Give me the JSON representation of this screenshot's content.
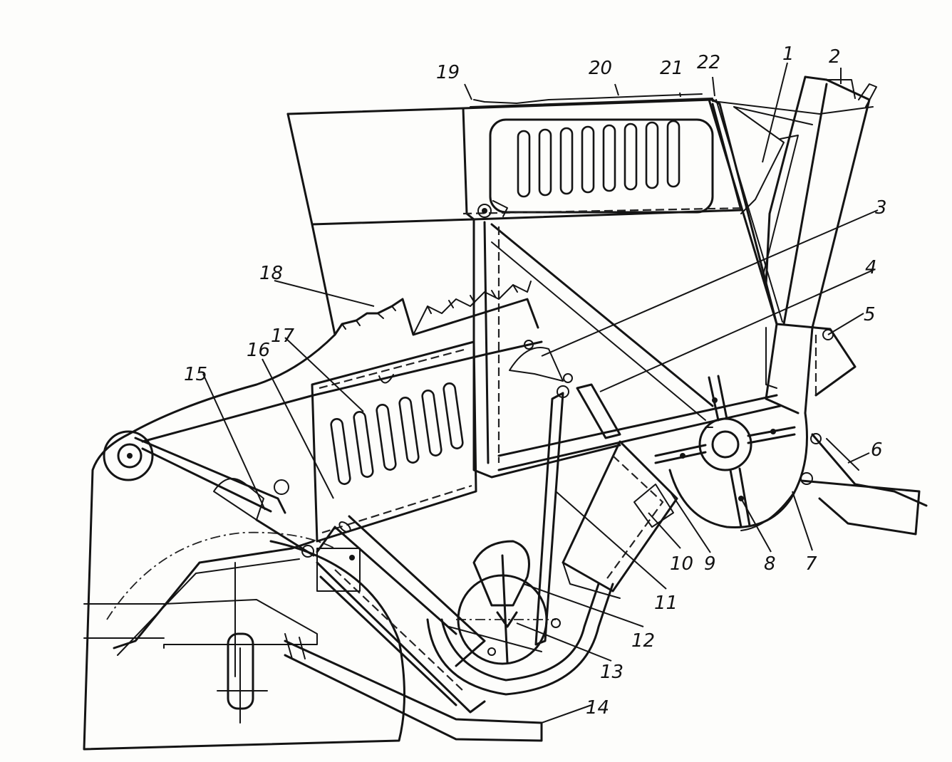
{
  "figure": {
    "callouts": [
      {
        "id": "c1",
        "text": "1"
      },
      {
        "id": "c2",
        "text": "2"
      },
      {
        "id": "c3",
        "text": "3"
      },
      {
        "id": "c4",
        "text": "4"
      },
      {
        "id": "c5",
        "text": "5"
      },
      {
        "id": "c6",
        "text": "6"
      },
      {
        "id": "c7",
        "text": "7"
      },
      {
        "id": "c8",
        "text": "8"
      },
      {
        "id": "c9",
        "text": "9"
      },
      {
        "id": "c10",
        "text": "10"
      },
      {
        "id": "c11",
        "text": "11"
      },
      {
        "id": "c12",
        "text": "12"
      },
      {
        "id": "c13",
        "text": "13"
      },
      {
        "id": "c14",
        "text": "14"
      },
      {
        "id": "c15",
        "text": "15"
      },
      {
        "id": "c16",
        "text": "16"
      },
      {
        "id": "c17",
        "text": "17"
      },
      {
        "id": "c18",
        "text": "18"
      },
      {
        "id": "c19",
        "text": "19"
      },
      {
        "id": "c20",
        "text": "20"
      },
      {
        "id": "c21",
        "text": "21"
      },
      {
        "id": "c22",
        "text": "22"
      }
    ]
  }
}
